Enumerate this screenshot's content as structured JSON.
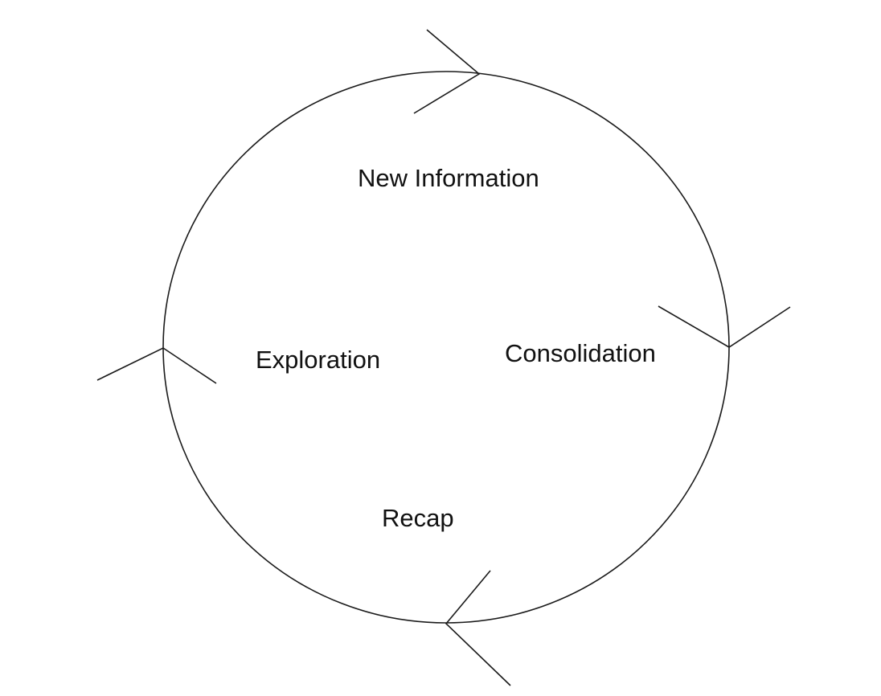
{
  "diagram": {
    "type": "cycle",
    "stages": [
      {
        "id": "new-information",
        "label": "New Information"
      },
      {
        "id": "consolidation",
        "label": "Consolidation"
      },
      {
        "id": "recap",
        "label": "Recap"
      },
      {
        "id": "exploration",
        "label": "Exploration"
      }
    ],
    "direction": "clockwise",
    "colors": {
      "stroke": "#1a1a1a",
      "text": "#111111",
      "background": "#ffffff"
    }
  }
}
